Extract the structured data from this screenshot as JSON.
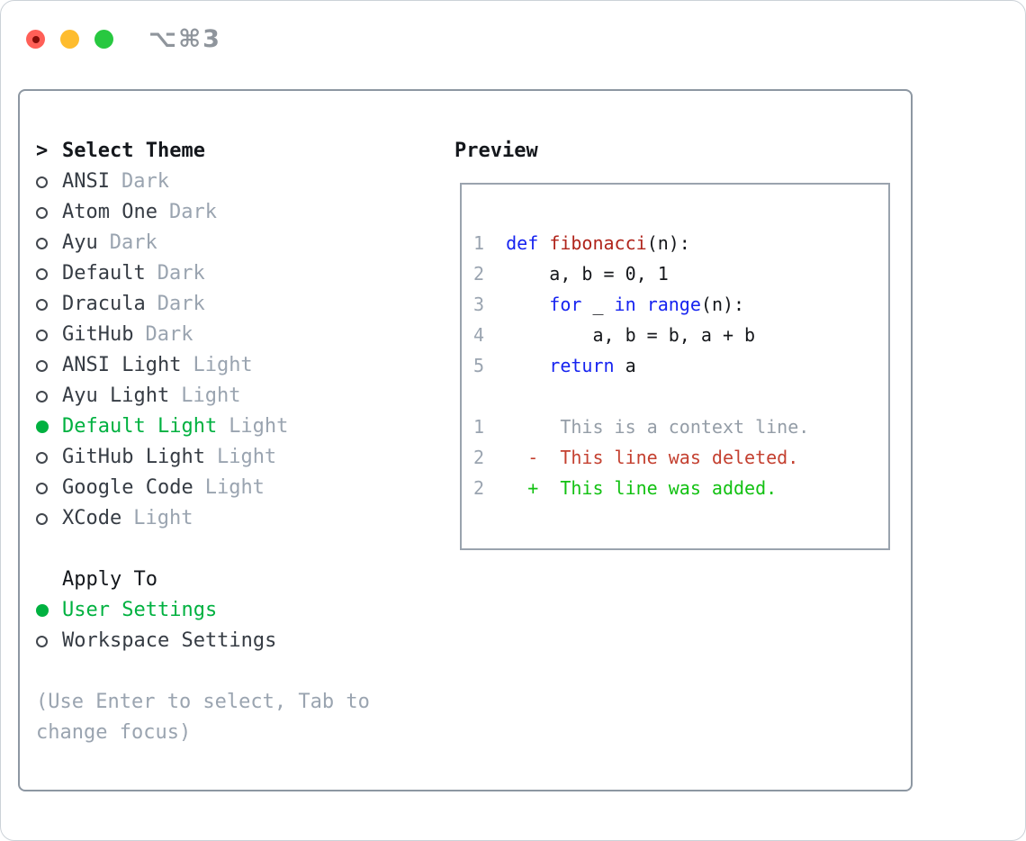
{
  "titlebar": {
    "shortcut": "⌥⌘3",
    "buttons": [
      "close",
      "minimize",
      "zoom"
    ]
  },
  "theme_panel": {
    "prompt": ">",
    "title": "Select Theme",
    "themes": [
      {
        "name": "ANSI",
        "tag": "Dark",
        "selected": false
      },
      {
        "name": "Atom One",
        "tag": "Dark",
        "selected": false
      },
      {
        "name": "Ayu",
        "tag": "Dark",
        "selected": false
      },
      {
        "name": "Default",
        "tag": "Dark",
        "selected": false
      },
      {
        "name": "Dracula",
        "tag": "Dark",
        "selected": false
      },
      {
        "name": "GitHub",
        "tag": "Dark",
        "selected": false
      },
      {
        "name": "ANSI Light",
        "tag": "Light",
        "selected": false
      },
      {
        "name": "Ayu Light",
        "tag": "Light",
        "selected": false
      },
      {
        "name": "Default Light",
        "tag": "Light",
        "selected": true
      },
      {
        "name": "GitHub Light",
        "tag": "Light",
        "selected": false
      },
      {
        "name": "Google Code",
        "tag": "Light",
        "selected": false
      },
      {
        "name": "XCode",
        "tag": "Light",
        "selected": false
      }
    ],
    "apply_to": {
      "title": "Apply To",
      "options": [
        {
          "name": "User Settings",
          "selected": true
        },
        {
          "name": "Workspace Settings",
          "selected": false
        }
      ]
    },
    "hint_lines": [
      "(Use Enter to select, Tab to",
      "change focus)"
    ]
  },
  "preview": {
    "title": "Preview",
    "code_lines": [
      {
        "num": "1",
        "segments": [
          {
            "t": "  ",
            "s": "plain"
          },
          {
            "t": "def",
            "s": "kw"
          },
          {
            "t": " ",
            "s": "plain"
          },
          {
            "t": "fibonacci",
            "s": "fn"
          },
          {
            "t": "(n):",
            "s": "plain"
          }
        ]
      },
      {
        "num": "2",
        "segments": [
          {
            "t": "      a, b = 0, 1",
            "s": "plain"
          }
        ]
      },
      {
        "num": "3",
        "segments": [
          {
            "t": "      ",
            "s": "plain"
          },
          {
            "t": "for",
            "s": "kw"
          },
          {
            "t": " _ ",
            "s": "plain"
          },
          {
            "t": "in",
            "s": "kw"
          },
          {
            "t": " ",
            "s": "plain"
          },
          {
            "t": "range",
            "s": "kw"
          },
          {
            "t": "(n):",
            "s": "plain"
          }
        ]
      },
      {
        "num": "4",
        "segments": [
          {
            "t": "          a, b = b, a + b",
            "s": "plain"
          }
        ]
      },
      {
        "num": "5",
        "segments": [
          {
            "t": "      ",
            "s": "plain"
          },
          {
            "t": "return",
            "s": "kw"
          },
          {
            "t": " a",
            "s": "plain"
          }
        ]
      },
      {
        "num": "",
        "segments": []
      },
      {
        "num": "1",
        "segments": [
          {
            "t": "       ",
            "s": "plain"
          },
          {
            "t": "This is a context line.",
            "s": "ctx"
          }
        ]
      },
      {
        "num": "2",
        "segments": [
          {
            "t": "    ",
            "s": "plain"
          },
          {
            "t": "-  This line was deleted.",
            "s": "del"
          }
        ]
      },
      {
        "num": "2",
        "segments": [
          {
            "t": "    ",
            "s": "plain"
          },
          {
            "t": "+  This line was added.",
            "s": "add"
          }
        ]
      }
    ]
  },
  "colors": {
    "ink": "#14171c",
    "ink-soft": "#363c44",
    "muted": "#9aa4b0",
    "accent-green": "#00b140",
    "border-main": "#8d97a2",
    "border-preview": "#9aa3ae",
    "code-kw": "#1623f0",
    "code-fn": "#b0241b",
    "code-plain": "#15171b",
    "diff-ctx": "#949da7",
    "diff-del": "#c44030",
    "diff-add": "#12c112",
    "tl-red": "#ff5f57",
    "tl-red-dot": "#850d08",
    "tl-yellow": "#febc2e",
    "tl-green": "#28c840",
    "shortcut-gray": "#8f959c",
    "window-edge": "#ccd2d8"
  }
}
